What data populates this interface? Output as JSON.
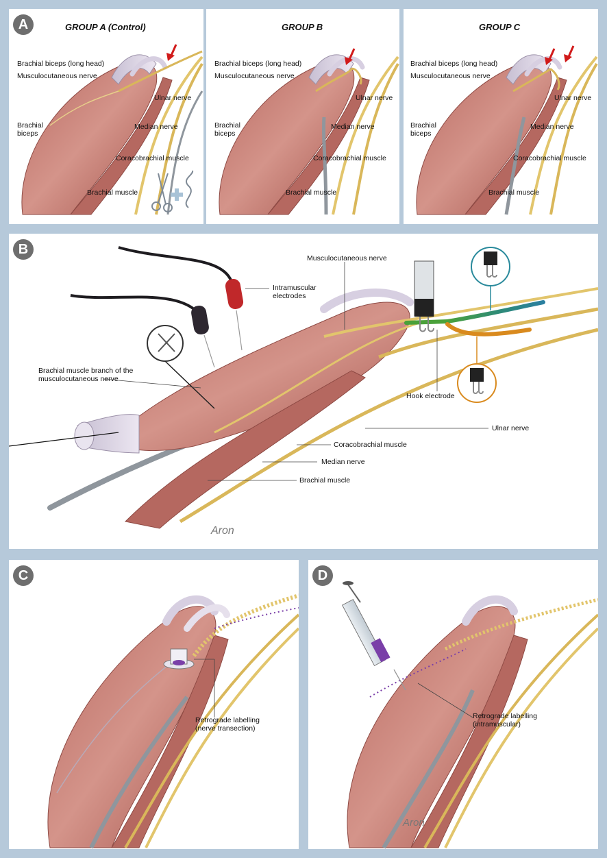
{
  "panel_a": {
    "badge": "A",
    "groups": [
      {
        "title": "GROUP A (Control)",
        "labels": {
          "biceps_long_head": "Brachial biceps (long head)",
          "musculocutaneous": "Musculocutaneous nerve",
          "ulnar": "Ulnar nerve",
          "brachial_biceps": "Brachial biceps",
          "median": "Median nerve",
          "coracobrachial": "Coracobrachial muscle",
          "brachial_muscle": "Brachial muscle"
        }
      },
      {
        "title": "GROUP B",
        "labels": {
          "biceps_long_head": "Brachial biceps (long head)",
          "musculocutaneous": "Musculocutaneous nerve",
          "ulnar": "Ulnar nerve",
          "brachial_biceps": "Brachial biceps",
          "median": "Median nerve",
          "coracobrachial": "Coracobrachial muscle",
          "brachial_muscle": "Brachial muscle"
        }
      },
      {
        "title": "GROUP C",
        "labels": {
          "biceps_long_head": "Brachial biceps (long head)",
          "musculocutaneous": "Musculocutaneous nerve",
          "ulnar": "Ulnar nerve",
          "brachial_biceps": "Brachial biceps",
          "median": "Median nerve",
          "coracobrachial": "Coracobrachial muscle",
          "brachial_muscle": "Brachial muscle"
        }
      }
    ]
  },
  "panel_b": {
    "badge": "B",
    "labels": {
      "musculocutaneous": "Musculocutaneous nerve",
      "intramuscular_electrodes": "Intramuscular electrodes",
      "brachial_branch": "Brachial muscle branch of the musculocutaneous nerve",
      "hook_electrode": "Hook electrode",
      "ulnar": "Ulnar nerve",
      "coracobrachial": "Coracobrachial muscle",
      "median": "Median nerve",
      "brachial_muscle": "Brachial muscle"
    }
  },
  "panel_c": {
    "badge": "C",
    "label": "Retrograde labelling (nerve transection)"
  },
  "panel_d": {
    "badge": "D",
    "label": "Retrograde labelling (intramuscular)"
  },
  "signature": "Aron",
  "colors": {
    "background": "#b6c9da",
    "muscle": "#c98278",
    "tendon": "#d8cde0",
    "nerve": "#d9b75a",
    "vessel": "#8f969d",
    "arrow": "#d11a1a",
    "badge": "#6e6e6e",
    "electrode_red": "#c0282a",
    "electrode_black": "#2d2730",
    "nerve_green": "#4aa13a",
    "nerve_teal": "#2a8a9c",
    "nerve_orange": "#d98a1e",
    "tracer_purple": "#7a3fa8"
  },
  "icons": [
    "red-arrow-icon",
    "scissors-icon",
    "suture-icon",
    "hook-electrode-icon",
    "syringe-icon",
    "gel-cup-icon"
  ]
}
